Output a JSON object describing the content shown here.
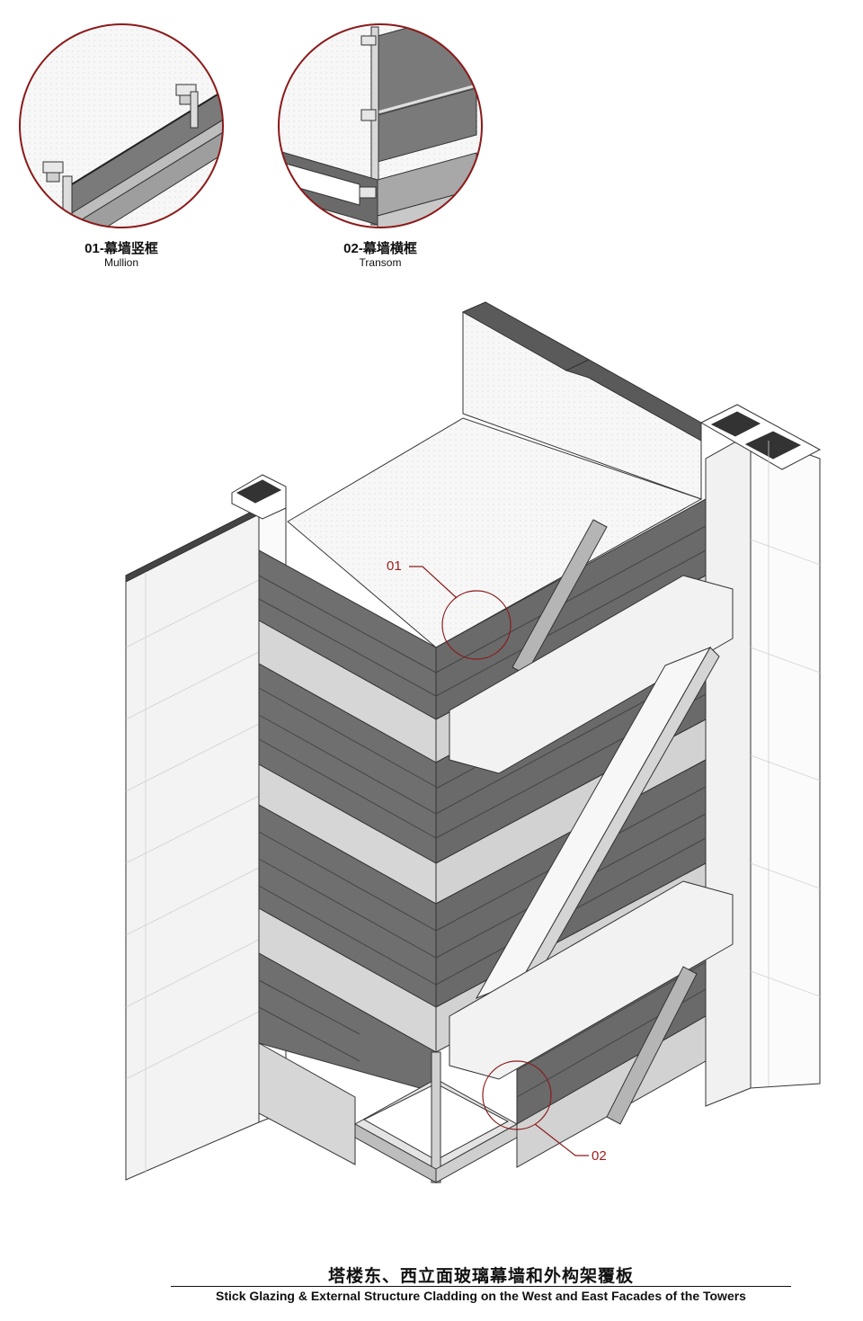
{
  "colors": {
    "detail_circle": "#8b1a1a",
    "callout_text": "#a01e1e",
    "glass_dark": "#6f6f6f",
    "glass_light": "#d2d2d2",
    "cladding": "#f4f4f4",
    "outline": "#333333"
  },
  "details": [
    {
      "id": "01",
      "zh": "01-幕墙竖框",
      "en": "Mullion"
    },
    {
      "id": "02",
      "zh": "02-幕墙横框",
      "en": "Transom"
    }
  ],
  "callouts": [
    {
      "id": "01",
      "text": "01"
    },
    {
      "id": "02",
      "text": "02"
    }
  ],
  "title": {
    "zh": "塔楼东、西立面玻璃幕墙和外构架覆板",
    "en": "Stick Glazing & External Structure Cladding on the West and East Facades of the Towers"
  }
}
